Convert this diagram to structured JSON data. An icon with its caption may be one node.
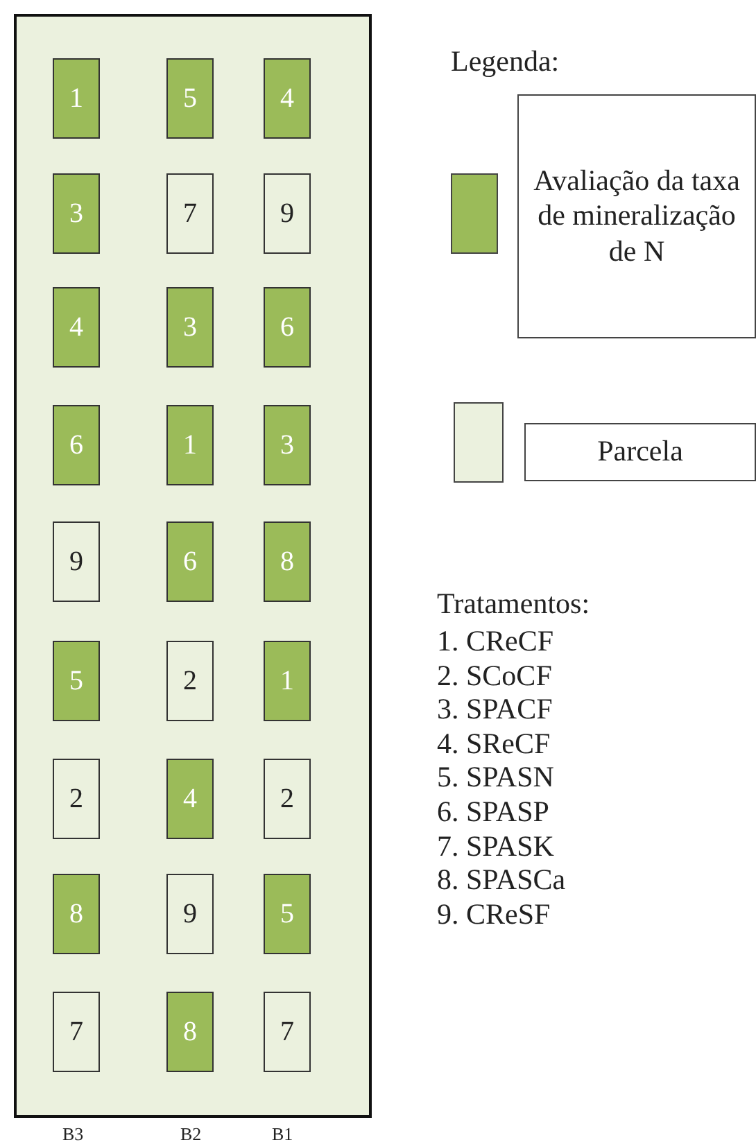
{
  "diagram": {
    "nodes": [
      {
        "text": [],
        "shape": "box"
      },
      {
        "text": [
          "1"
        ],
        "in": 0
      },
      {
        "text": [
          "5"
        ],
        "in": 0
      },
      {
        "text": [
          "4"
        ],
        "in": 0
      },
      {
        "text": [
          "3"
        ],
        "in": 0
      },
      {
        "text": [
          "7"
        ],
        "in": 0
      },
      {
        "text": [
          "9"
        ],
        "in": 0
      },
      {
        "text": [
          "4"
        ],
        "in": 0
      },
      {
        "text": [
          "3"
        ],
        "in": 0
      },
      {
        "text": [
          "6"
        ],
        "in": 0
      },
      {
        "text": [
          "6"
        ],
        "in": 0
      },
      {
        "text": [
          "1"
        ],
        "in": 0
      },
      {
        "text": [
          "3"
        ],
        "in": 0
      },
      {
        "text": [
          "9"
        ],
        "in": 0
      },
      {
        "text": [
          "6"
        ],
        "in": 0
      },
      {
        "text": [
          "8"
        ],
        "in": 0
      },
      {
        "text": [
          "5"
        ],
        "in": 0
      },
      {
        "text": [
          "2"
        ],
        "in": 0
      },
      {
        "text": [
          "1"
        ],
        "in": 0
      },
      {
        "text": [
          "2"
        ],
        "in": 0
      },
      {
        "text": [
          "4"
        ],
        "in": 0
      },
      {
        "text": [
          "2"
        ],
        "in": 0
      },
      {
        "text": [
          "8"
        ],
        "in": 0
      },
      {
        "text": [
          "9"
        ],
        "in": 0
      },
      {
        "text": [
          "5"
        ],
        "in": 0
      },
      {
        "text": [
          "7"
        ],
        "in": 0
      },
      {
        "text": [
          "8"
        ],
        "in": 0
      },
      {
        "text": [
          "7"
        ],
        "in": 0
      }
    ],
    "edges": [],
    "labels": [
      "Legenda:",
      "B3",
      "B2",
      "B1",
      "Tratamentos:",
      "1. CReCF",
      "2. SCoCF",
      "3. SPACF",
      "4. SReCF",
      "5. SPASN",
      "6. SPASP",
      "7. SPASK",
      "8. SPASCa",
      "9. CReSF"
    ],
    "legend": [
      {
        "text": "Avaliação da taxa de mineralização de N",
        "color": "#9bbb59"
      },
      {
        "text": "Parcela",
        "color": "#ebf1de"
      }
    ]
  }
}
